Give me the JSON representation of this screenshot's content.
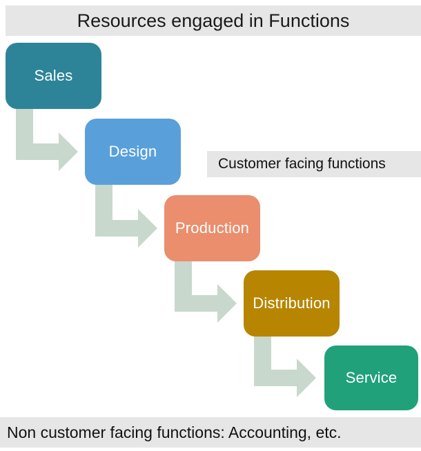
{
  "title": "Resources engaged in Functions",
  "bands": {
    "customer_facing": "Customer facing functions",
    "non_customer_facing": "Non customer facing functions: Accounting, etc."
  },
  "functions": [
    {
      "label": "Sales",
      "color": "#2D8498"
    },
    {
      "label": "Design",
      "color": "#59A0DB"
    },
    {
      "label": "Production",
      "color": "#EA8E6E"
    },
    {
      "label": "Distribution",
      "color": "#B78500"
    },
    {
      "label": "Service",
      "color": "#20A17A"
    }
  ],
  "colors": {
    "arrow": "#C9D8CC",
    "band_bg": "#E6E6E6",
    "box_text": "#FFFFFF"
  }
}
